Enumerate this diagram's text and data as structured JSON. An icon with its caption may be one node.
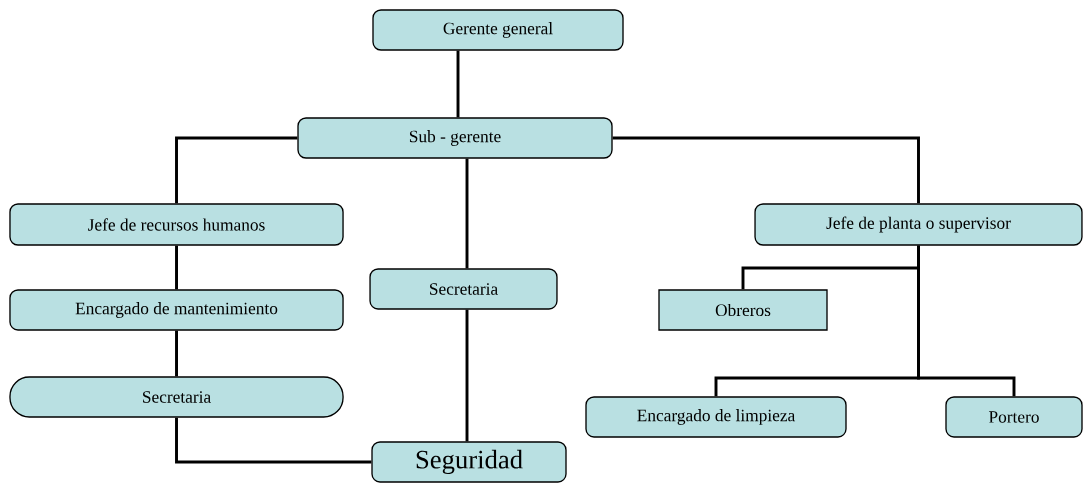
{
  "diagram": {
    "nodes": [
      {
        "text": [
          "Gerente general"
        ]
      },
      {
        "text": [
          "Sub - gerente"
        ]
      },
      {
        "text": [
          "Jefe de recursos humanos"
        ]
      },
      {
        "text": [
          "Encargado de mantenimiento"
        ]
      },
      {
        "text": [
          "Secretaria"
        ]
      },
      {
        "text": [
          "Secretaria"
        ]
      },
      {
        "text": [
          "Seguridad"
        ]
      },
      {
        "text": [
          "Jefe de planta o supervisor"
        ]
      },
      {
        "text": [
          "Obreros"
        ]
      },
      {
        "text": [
          "Encargado de limpieza"
        ]
      },
      {
        "text": [
          "Portero"
        ]
      }
    ],
    "edges": [
      {
        "from": 0,
        "to": 1,
        "arrow": "none"
      },
      {
        "from": 1,
        "to": 2,
        "arrow": "none"
      },
      {
        "from": 1,
        "to": 5,
        "arrow": "none"
      },
      {
        "from": 1,
        "to": 7,
        "arrow": "none"
      },
      {
        "from": 2,
        "to": 3,
        "arrow": "none"
      },
      {
        "from": 3,
        "to": 4,
        "arrow": "none"
      },
      {
        "from": 4,
        "to": 6,
        "arrow": "none"
      },
      {
        "from": 5,
        "to": 6,
        "arrow": "none"
      },
      {
        "from": 7,
        "to": 8,
        "arrow": "none"
      },
      {
        "from": 7,
        "to": 9,
        "arrow": "none"
      },
      {
        "from": 7,
        "to": 10,
        "arrow": "none"
      }
    ]
  }
}
